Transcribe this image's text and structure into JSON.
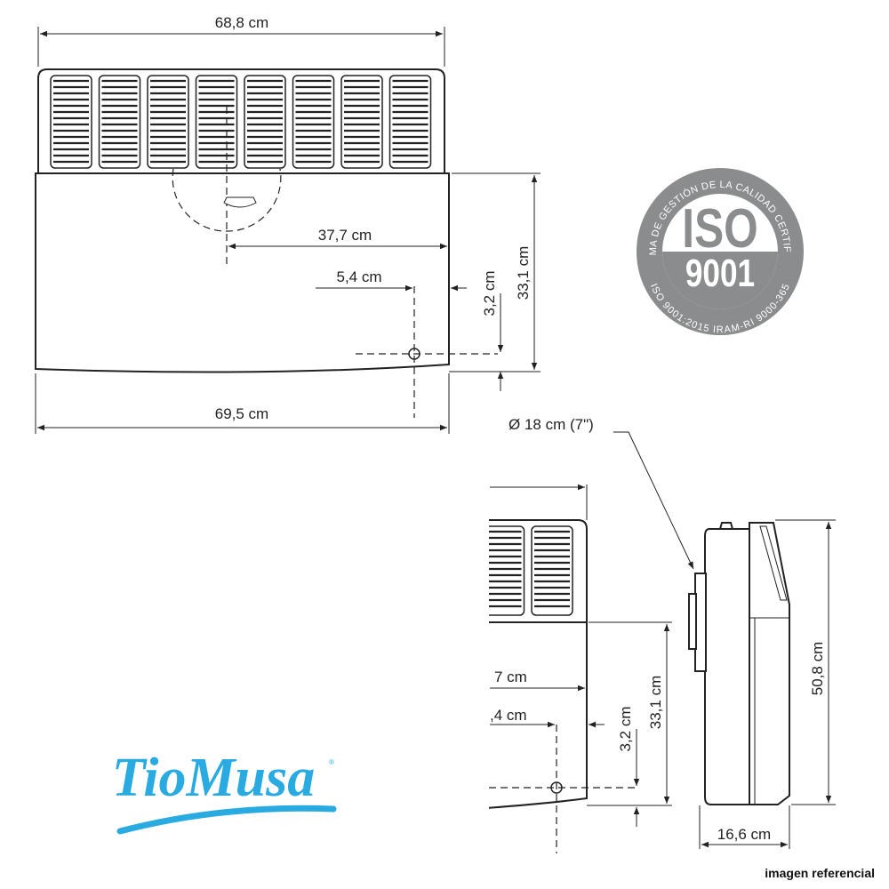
{
  "front_view": {
    "top_width": "68,8 cm",
    "bottom_width": "69,5 cm",
    "outlet_offset": "37,7 cm",
    "side_offset": "5,4 cm",
    "bottom_offset": "3,2 cm",
    "body_height": "33,1 cm"
  },
  "detail_view": {
    "outlet_offset_partial": "7 cm",
    "side_offset_partial": ",4 cm",
    "bottom_offset": "3,2 cm",
    "body_height": "33,1 cm"
  },
  "side_view": {
    "flue_diameter": "Ø 18 cm (7\")",
    "height": "50,8 cm",
    "depth": "16,6 cm"
  },
  "iso_seal": {
    "ring_top": "SISTEMA DE GESTIÓN DE LA CALIDAD CERTIFICADO",
    "ring_bottom": "ISO 9001:2015  IRAM-RI 9000-365",
    "line1": "ISO",
    "line2": "9001",
    "color": "#8a8c8e"
  },
  "brand_logo": {
    "text": "TioMusa",
    "color": "#29abe2"
  },
  "caption": "imagen referencial"
}
